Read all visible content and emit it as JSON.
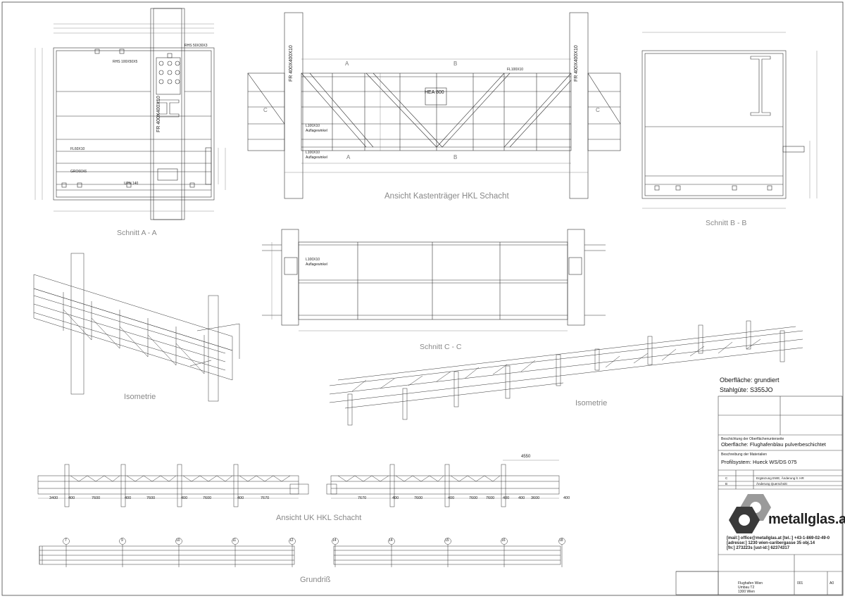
{
  "views": {
    "section_aa": "Schnitt A - A",
    "box_girder": "Ansicht Kastenträger HKL Schacht",
    "section_bb": "Schnitt B - B",
    "section_cc": "Schnitt C - C",
    "iso_left": "Isometrie",
    "iso_right": "Isometrie",
    "elevation": "Ansicht UK HKL Schacht",
    "plan": "Grundriß"
  },
  "section_aa_labels": {
    "column_profile": "FR 400X400X10",
    "plate": "FL60X10",
    "channel": "UPN 140",
    "rhs_1": "RHS 50X30X3",
    "rhs_2": "RHS 100X50X5",
    "tube": "GRO60X6"
  },
  "girder_labels": {
    "beam": "HEA 800",
    "column_left": "FR 400X400X10",
    "column_right": "FR 400X400X10",
    "flat": "FL100X10",
    "section_a_left": "A",
    "section_a_right": "A",
    "section_b_left": "B",
    "section_b_right": "B",
    "section_c_left": "C",
    "section_c_right": "C",
    "angle_top": "L100X10",
    "angle_bottom": "L100X10",
    "support_note": "Auflagewinkel"
  },
  "section_cc_labels": {
    "angle": "L100X10",
    "support_note": "Auflagewinkel"
  },
  "elevation_dims": [
    "3400",
    "400",
    "7600",
    "400",
    "7600",
    "400",
    "7600",
    "400",
    "7670",
    "7670",
    "400",
    "7600",
    "400",
    "7600",
    "400",
    "7600",
    "400",
    "3600",
    "400"
  ],
  "elevation_top_dim": "4550",
  "plan_axes": [
    "7",
    "9",
    "10",
    "11",
    "12",
    "14",
    "14",
    "15",
    "16",
    "18"
  ],
  "iso_right_notes": {
    "surface": "Oberfläche: grundiert",
    "steel": "Stahlgüte: S355JO"
  },
  "title_block": {
    "coating_heading": "Beschichtung der Oberflächenunterseite",
    "coating": "Oberfläche: Flughafenblau pulverbeschichtet",
    "profile_heading": "Beschreibung der Materialien",
    "profile": "Profilsystem: Hueck WS/DS 075",
    "revisions": [
      {
        "rev": "C",
        "text": "Ergänzung EWE, Änderung lt. HR"
      },
      {
        "rev": "B",
        "text": "Änderung Querschnitt"
      }
    ],
    "company": "metallglas.at",
    "mail": "[mail:] office@metallglas.at [tel.:] +43-1-869-02-49-0",
    "address": "[adresse:] 1230 wien-caribergasse 35 obj.14",
    "fn": "[fn:] 273223s [ust-id:] 62374317",
    "project_1": "Flughafen Wien",
    "project_2": "Umbau T2",
    "project_3": "1300 Wien",
    "sheet_no": "001",
    "format": "A0"
  },
  "colors": {
    "line": "#333333",
    "logo_dark": "#3a3a3a",
    "logo_light": "#9a9a9a"
  }
}
